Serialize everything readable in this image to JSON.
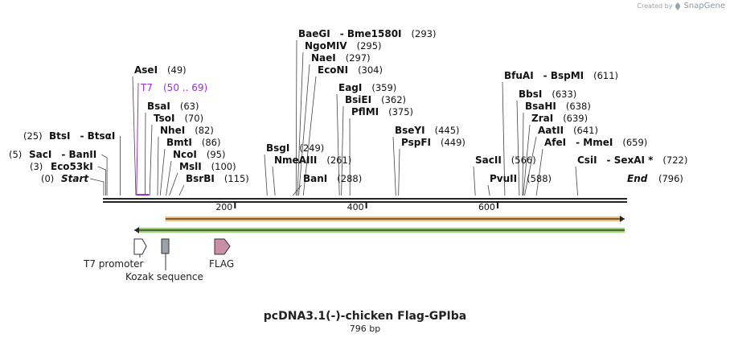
{
  "credit": {
    "created_by": "Created by",
    "brand": "SnapGene"
  },
  "title": "pcDNA3.1(-)-chicken Flag-GPIba",
  "subtitle": "796 bp",
  "sequence_length": 796,
  "colors": {
    "t7": "#9b30d9",
    "orange_arrow": "#f2a33a",
    "green_arrow": "#7cc94a",
    "t7_box": "#ffffff",
    "kozak_box": "#9aa2ac",
    "flag_arrow": "#c88fa6",
    "line": "#222222"
  },
  "ticks": [
    {
      "value": 200,
      "label": "200"
    },
    {
      "value": 400,
      "label": "400"
    },
    {
      "value": 600,
      "label": "600"
    }
  ],
  "ends": {
    "start": {
      "label": "Start",
      "pos": "(0)",
      "site": 0
    },
    "end": {
      "label": "End",
      "pos": "(796)",
      "site": 796
    }
  },
  "enzymes": [
    {
      "name": "Eco53kI",
      "pos": "(3)",
      "site": 3
    },
    {
      "name": "SacI",
      "name2": "BanII",
      "pos": "(5)",
      "site": 5
    },
    {
      "name": "BtsI",
      "name2": "BtsαI",
      "pos": "(25)",
      "site": 25
    },
    {
      "name": "AseI",
      "pos": "(49)",
      "site": 49
    },
    {
      "name": "BsaI",
      "pos": "(63)",
      "site": 63
    },
    {
      "name": "TsoI",
      "pos": "(70)",
      "site": 70
    },
    {
      "name": "NheI",
      "pos": "(82)",
      "site": 82
    },
    {
      "name": "BmtI",
      "pos": "(86)",
      "site": 86
    },
    {
      "name": "NcoI",
      "pos": "(95)",
      "site": 95
    },
    {
      "name": "MslI",
      "pos": "(100)",
      "site": 100
    },
    {
      "name": "BsrBI",
      "pos": "(115)",
      "site": 115
    },
    {
      "name": "BsgI",
      "pos": "(249)",
      "site": 249
    },
    {
      "name": "NmeAIII",
      "pos": "(261)",
      "site": 261
    },
    {
      "name": "BanI",
      "pos": "(288)",
      "site": 288
    },
    {
      "name": "BaeGI",
      "name2": "Bme1580I",
      "pos": "(293)",
      "site": 293
    },
    {
      "name": "NgoMIV",
      "pos": "(295)",
      "site": 295
    },
    {
      "name": "NaeI",
      "pos": "(297)",
      "site": 297
    },
    {
      "name": "EcoNI",
      "pos": "(304)",
      "site": 304
    },
    {
      "name": "EagI",
      "pos": "(359)",
      "site": 359
    },
    {
      "name": "BsiEI",
      "pos": "(362)",
      "site": 362
    },
    {
      "name": "PflMI",
      "pos": "(375)",
      "site": 375
    },
    {
      "name": "BseYI",
      "pos": "(445)",
      "site": 445
    },
    {
      "name": "PspFI",
      "pos": "(449)",
      "site": 449
    },
    {
      "name": "SacII",
      "pos": "(566)",
      "site": 566
    },
    {
      "name": "PvuII",
      "pos": "(588)",
      "site": 588
    },
    {
      "name": "BfuAI",
      "name2": "BspMI",
      "pos": "(611)",
      "site": 611
    },
    {
      "name": "BbsI",
      "pos": "(633)",
      "site": 633
    },
    {
      "name": "BsaHI",
      "pos": "(638)",
      "site": 638
    },
    {
      "name": "ZraI",
      "pos": "(639)",
      "site": 639
    },
    {
      "name": "AatII",
      "pos": "(641)",
      "site": 641
    },
    {
      "name": "AfeI",
      "name2": "MmeI",
      "pos": "(659)",
      "site": 659
    },
    {
      "name": "CsiI",
      "name2": "SexAI *",
      "pos": "(722)",
      "site": 722
    }
  ],
  "t7_site": {
    "name": "T7",
    "pos": "(50 .. 69)",
    "start": 50,
    "end": 69
  },
  "features": [
    {
      "name": "T7 promoter",
      "start": 50,
      "end": 69
    },
    {
      "name": "Kozak sequence",
      "start": 88,
      "end": 97
    },
    {
      "name": "FLAG",
      "start": 170,
      "end": 193
    }
  ],
  "orf_forward": {
    "start": 94,
    "end": 796
  },
  "orf_reverse": {
    "start": 49,
    "end": 796
  }
}
